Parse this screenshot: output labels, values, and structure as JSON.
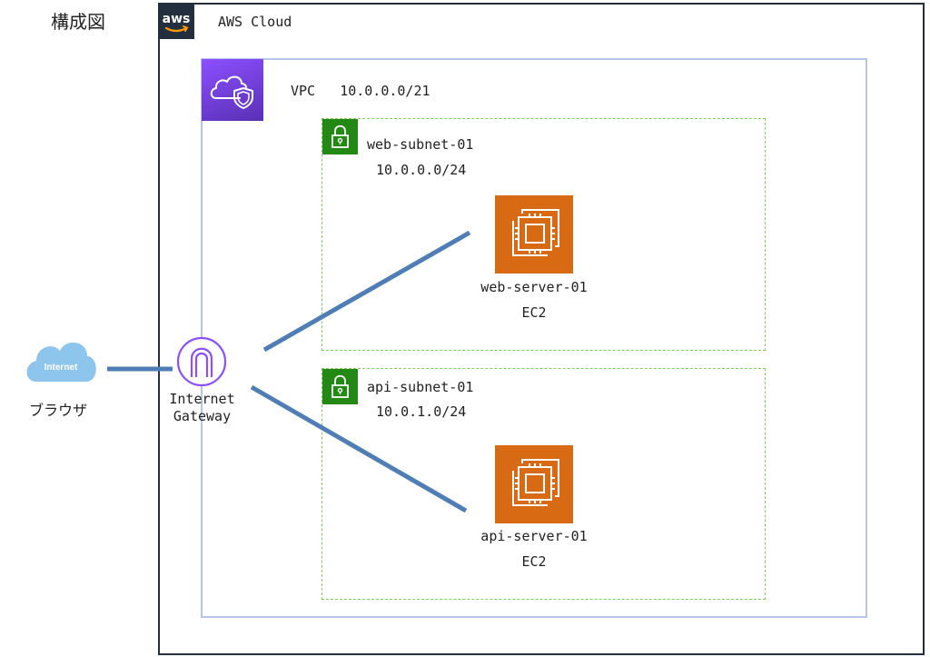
{
  "title": "構成図",
  "aws_cloud": {
    "logo": "aws",
    "label": "AWS Cloud"
  },
  "vpc": {
    "label": "VPC",
    "cidr": "10.0.0.0/21",
    "icon": "vpc-cloud-shield-icon"
  },
  "subnets": [
    {
      "name": "web-subnet-01",
      "cidr": "10.0.0.0/24",
      "icon": "lock-icon",
      "server": {
        "name": "web-server-01",
        "type": "EC2",
        "icon": "ec2-chip-icon"
      }
    },
    {
      "name": "api-subnet-01",
      "cidr": "10.0.1.0/24",
      "icon": "lock-icon",
      "server": {
        "name": "api-server-01",
        "type": "EC2",
        "icon": "ec2-chip-icon"
      }
    }
  ],
  "internet_gateway": {
    "label_line1": "Internet",
    "label_line2": "Gateway",
    "icon": "internet-gateway-icon"
  },
  "browser": {
    "cloud_text": "Internet",
    "label": "ブラウザ",
    "icon": "internet-cloud-icon"
  },
  "colors": {
    "aws_dark": "#232f3e",
    "vpc_border": "#b8c4ee",
    "vpc_icon": "#7b44e0",
    "subnet_border": "#7fce5c",
    "subnet_lock": "#248814",
    "ec2": "#d96a14",
    "igw": "#8c4fff",
    "connector": "#4f7db5",
    "internet_cloud": "#8ec5ec"
  }
}
